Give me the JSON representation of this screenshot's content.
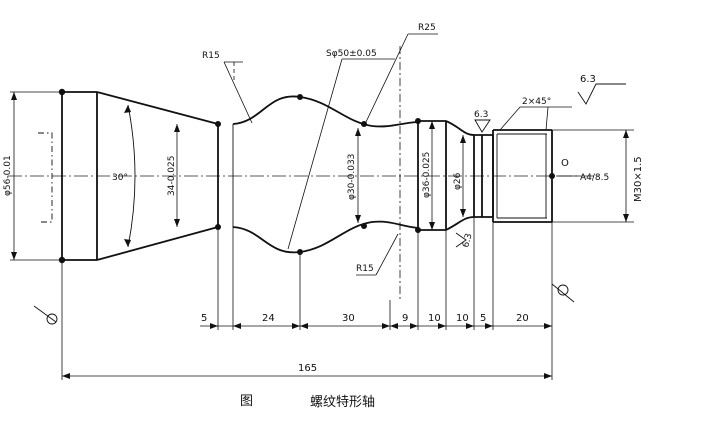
{
  "figure": {
    "label": "图",
    "title": "螺纹特形轴"
  },
  "annotations": {
    "r15_top": "R15",
    "r25": "R25",
    "sphere": "Sφ50±0.05",
    "r15_bottom": "R15",
    "finish_left": "6.3",
    "finish_right": "6.3",
    "finish_bottom": "6.3",
    "chamfer": "2×45°",
    "taper_angle": "30°",
    "origin": "O",
    "center_hole": "A4/8.5"
  },
  "diameters": {
    "d56": "φ56-0.01",
    "d34": "34-0.025",
    "d30": "φ30-0.033",
    "d36": "φ36-0.025",
    "d26": "φ26",
    "m30": "M30×1.5"
  },
  "dimensions": {
    "s5a": "5",
    "s24": "24",
    "s30": "30",
    "s9": "9",
    "s10a": "10",
    "s10b": "10",
    "s5b": "5",
    "s20": "20",
    "total": "165"
  }
}
